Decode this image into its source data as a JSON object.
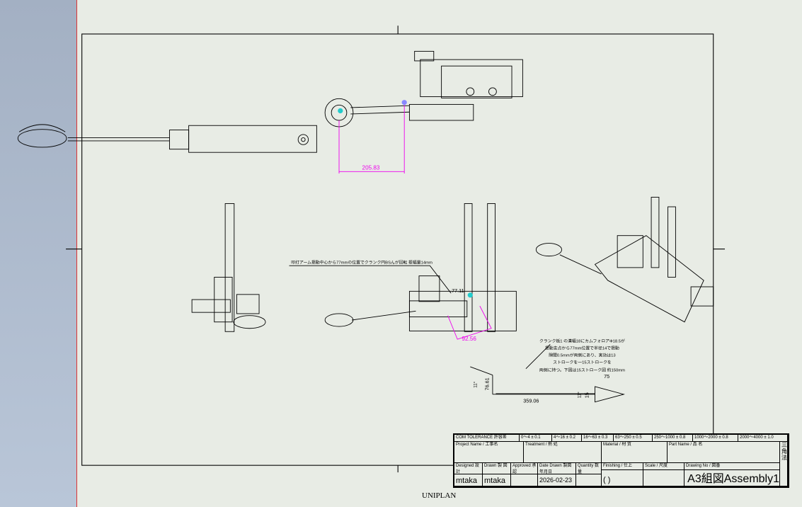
{
  "dimensions": {
    "top_dim": "205.83",
    "middle_dim": "92.56",
    "small_dim": "77.11",
    "d1": "76.61",
    "d2": "359.06",
    "d3": "75",
    "d4": "15",
    "a1": "11°",
    "a2": "11°"
  },
  "notes": {
    "note_left": "叩打アーム揺動中心から77mmの位置でクランク円BSんが回転 振幅量14mm",
    "note_right": [
      "クランク板1 の溝幅18にカムフォロアΦ18.5が",
      "揺動支点から77mm位置で半径14で揺動",
      "隙間0.5mmが両側にあり、実効は13",
      "ストロークを一15ストロークを",
      "両側に持つ。下図は15ストローク図 約150mm"
    ]
  },
  "title_block": {
    "tolerance": [
      "COM TOLERANCE 許容差",
      "0〜4 ± 0.1",
      "4〜16 ± 0.2",
      "16〜63 ± 0.3",
      "63〜250 ± 0.5",
      "250〜1000 ± 0.8",
      "1000〜2000 ± 0.8",
      "2000〜4000 ± 1.0"
    ],
    "project_label": "Project Name / 工事名",
    "treatment_label": "Treatment / 熱 処",
    "material_label": "Material / 材 質",
    "part_label": "Part Name / 品 名",
    "designed_label": "Designed 設 計",
    "drawn_label": "Drawn 製 図",
    "approved_label": "Approved 承 認",
    "date_label": "Date Drawn 製図年月日",
    "quantity_label": "Quantity 数 量",
    "finishing_label": "Finishing / 仕上",
    "scale_label": "Scale / 尺度",
    "drawing_no_label": "Drawing No / 図番",
    "designed": "mtaka",
    "drawn": "mtaka",
    "date": "2026-02-23",
    "finishing": "(          )",
    "drawing_no": "A3組図Assembly1",
    "projection": "三角法"
  },
  "footer": "UNIPLAN"
}
